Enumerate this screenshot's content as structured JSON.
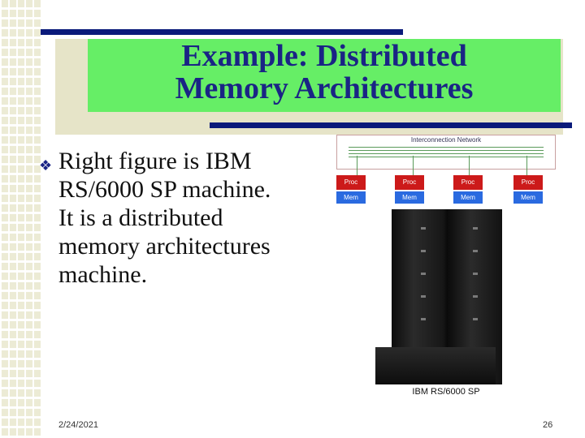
{
  "slide": {
    "title_lines": [
      "Example: Distributed",
      "Memory Architectures"
    ],
    "bullet_lines": [
      "Right figure is IBM",
      "RS/6000 SP machine.",
      "It is a distributed",
      "memory architectures",
      "machine."
    ],
    "bullet_icon": "diamond-bullet-icon"
  },
  "figure": {
    "network_label": "Interconnection Network",
    "nodes": [
      {
        "proc": "Proc",
        "mem": "Mem"
      },
      {
        "proc": "Proc",
        "mem": "Mem"
      },
      {
        "proc": "Proc",
        "mem": "Mem"
      },
      {
        "proc": "Proc",
        "mem": "Mem"
      }
    ],
    "caption": "IBM RS/6000 SP"
  },
  "footer": {
    "date": "2/24/2021",
    "page": "26"
  },
  "colors": {
    "title_bg": "#66ee66",
    "title_text": "#1a2485",
    "accent_bar": "#0a1a7a",
    "proc": "#cc1a1a",
    "mem": "#2a6ae0"
  }
}
